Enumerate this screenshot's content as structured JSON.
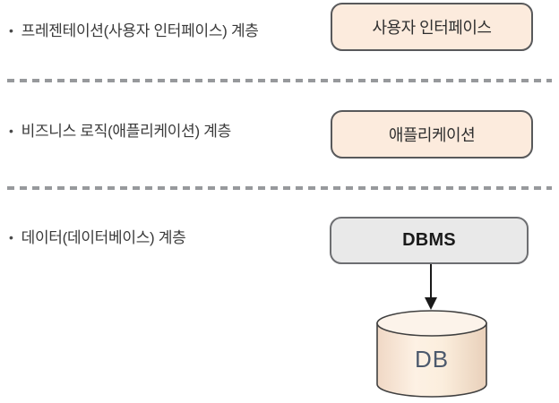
{
  "diagram": {
    "bullet_glyph": "•",
    "layers": [
      {
        "bullet": "프레젠테이션(사용자 인터페이스) 계층",
        "box": "사용자 인터페이스"
      },
      {
        "bullet": "비즈니스 로직(애플리케이션) 계층",
        "box": "애플리케이션"
      },
      {
        "bullet": "데이터(데이터베이스) 계층",
        "box": "DBMS"
      }
    ],
    "db": {
      "label": "DB"
    },
    "colors": {
      "peach_fill": "#fcebdd",
      "box_border": "#58595b",
      "dbms_fill": "#e9e9e9",
      "dbms_border": "#6d6e71",
      "dash_gray": "#97999c",
      "text_dark": "#3a3a3a",
      "db_label": "#4d5a6d",
      "cylinder_stroke": "#404040",
      "arrow_black": "#1a1a1a"
    }
  }
}
